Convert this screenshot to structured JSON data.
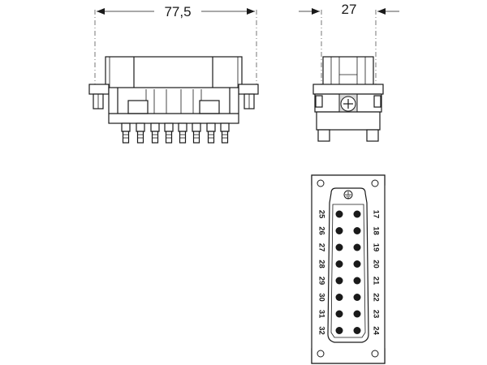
{
  "dimensions": {
    "width_front": "77,5",
    "width_side": "27"
  },
  "pin_labels": {
    "right_column": [
      "17",
      "18",
      "19",
      "20",
      "21",
      "22",
      "23",
      "24"
    ],
    "left_column": [
      "25",
      "26",
      "27",
      "28",
      "29",
      "30",
      "31",
      "32"
    ]
  }
}
